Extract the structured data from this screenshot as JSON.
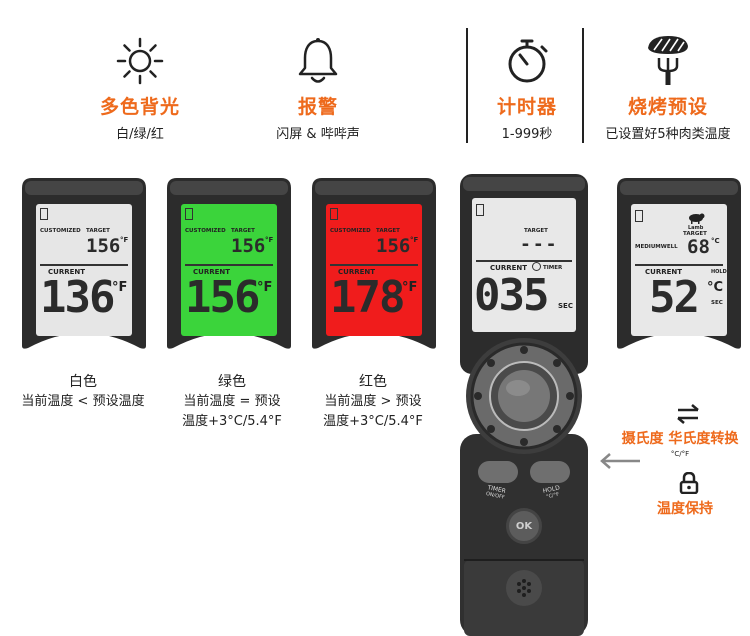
{
  "features": [
    {
      "icon": "sun-icon",
      "title": "多色背光",
      "subtitle": "白/绿/红"
    },
    {
      "icon": "bell-icon",
      "title": "报警",
      "subtitle": "闪屏 & 哔哔声"
    },
    {
      "icon": "stopwatch-icon",
      "title": "计时器",
      "subtitle": "1-999秒"
    },
    {
      "icon": "grill-fork-icon",
      "title": "烧烤预设",
      "subtitle": "已设置好5种肉类温度"
    }
  ],
  "screens": [
    {
      "backlight": "#e6e6e6",
      "top_label": "CUSTOMIZED",
      "target_label": "TARGET",
      "target_value": "156",
      "target_unit": "°F",
      "current_label": "CURRENT",
      "current_value": "136",
      "current_unit": "°F",
      "caption_title": "白色",
      "caption_lines": [
        "当前温度 < 预设温度"
      ]
    },
    {
      "backlight": "#3bd43b",
      "top_label": "CUSTOMIZED",
      "target_label": "TARGET",
      "target_value": "156",
      "target_unit": "°F",
      "current_label": "CURRENT",
      "current_value": "156",
      "current_unit": "°F",
      "caption_title": "绿色",
      "caption_lines": [
        "当前温度 = 预设",
        "温度+3°C/5.4°F"
      ]
    },
    {
      "backlight": "#f01c1c",
      "top_label": "CUSTOMIZED",
      "target_label": "TARGET",
      "target_value": "156",
      "target_unit": "°F",
      "current_label": "CURRENT",
      "current_value": "178",
      "current_unit": "°F",
      "caption_title": "红色",
      "caption_lines": [
        "当前温度 > 预设",
        "温度+3°C/5.4°F"
      ]
    },
    {
      "backlight": "#e8e8e8",
      "target_label": "TARGET",
      "target_value": "---",
      "current_label": "CURRENT",
      "timer_label": "TIMER",
      "current_value": "035",
      "current_unit": "SEC"
    },
    {
      "backlight": "#e8e8e8",
      "meat_label": "Lamb",
      "target_label": "TARGET",
      "doneness": "MEDIUMWELL",
      "target_value": "68",
      "target_unit": "°C",
      "current_label": "CURRENT",
      "hold_label": "HOLD",
      "current_value": "52",
      "current_unit": "°C",
      "sec_label": "SEC"
    }
  ],
  "handle": {
    "timer_button": "TIMER",
    "timer_sub": "ON/OFF",
    "hold_button": "HOLD",
    "hold_sub": "°C/°F",
    "ok_button": "OK"
  },
  "side_features": [
    {
      "icon": "swap-arrows-icon",
      "title": "摄氏度 华氏度转换",
      "sub": "°C/°F"
    },
    {
      "icon": "lock-icon",
      "title": "温度保持"
    }
  ],
  "colors": {
    "accent": "#ee6a1c",
    "device_body": "#2a2a2a",
    "green": "#3bd43b",
    "red": "#f01c1c"
  }
}
